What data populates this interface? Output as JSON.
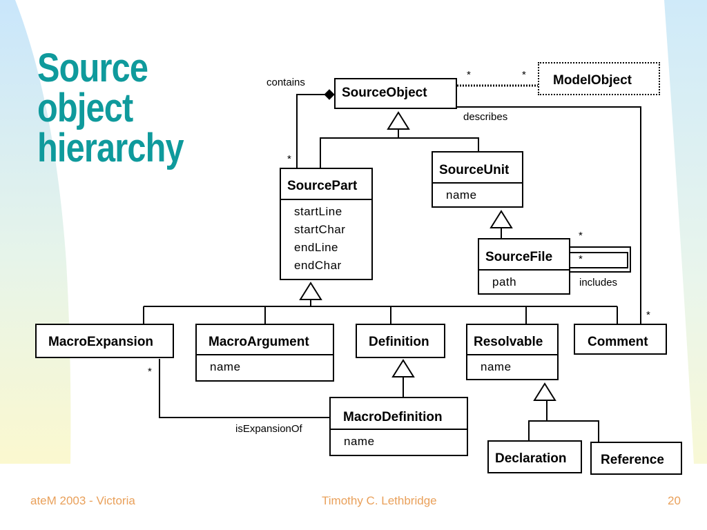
{
  "title": {
    "line1": "Source",
    "line2": "object",
    "line3": "hierarchy"
  },
  "classes": {
    "model_object": "ModelObject",
    "source_object": "SourceObject",
    "source_part": {
      "name": "SourcePart",
      "attrs": [
        "startLine",
        "startChar",
        "endLine",
        "endChar"
      ]
    },
    "source_unit": {
      "name": "SourceUnit",
      "attrs": [
        "name"
      ]
    },
    "source_file": {
      "name": "SourceFile",
      "attrs": [
        "path"
      ]
    },
    "macro_expansion": "MacroExpansion",
    "macro_argument": {
      "name": "MacroArgument",
      "attrs": [
        "name"
      ]
    },
    "definition": "Definition",
    "resolvable": {
      "name": "Resolvable",
      "attrs": [
        "name"
      ]
    },
    "comment": "Comment",
    "macro_definition": {
      "name": "MacroDefinition",
      "attrs": [
        "name"
      ]
    },
    "declaration": "Declaration",
    "reference": "Reference"
  },
  "associations": {
    "contains": "contains",
    "describes": "describes",
    "includes": "includes",
    "is_expansion_of": "isExpansionOf"
  },
  "multiplicity": "*",
  "footer": {
    "left": "ateM 2003 - Victoria",
    "center": "Timothy C. Lethbridge",
    "page": "20"
  },
  "colors": {
    "title": "#0f9a9c",
    "footer": "#e9a05a",
    "bg_left": "#cfe9fa",
    "bg_right": "#d9eff8"
  }
}
